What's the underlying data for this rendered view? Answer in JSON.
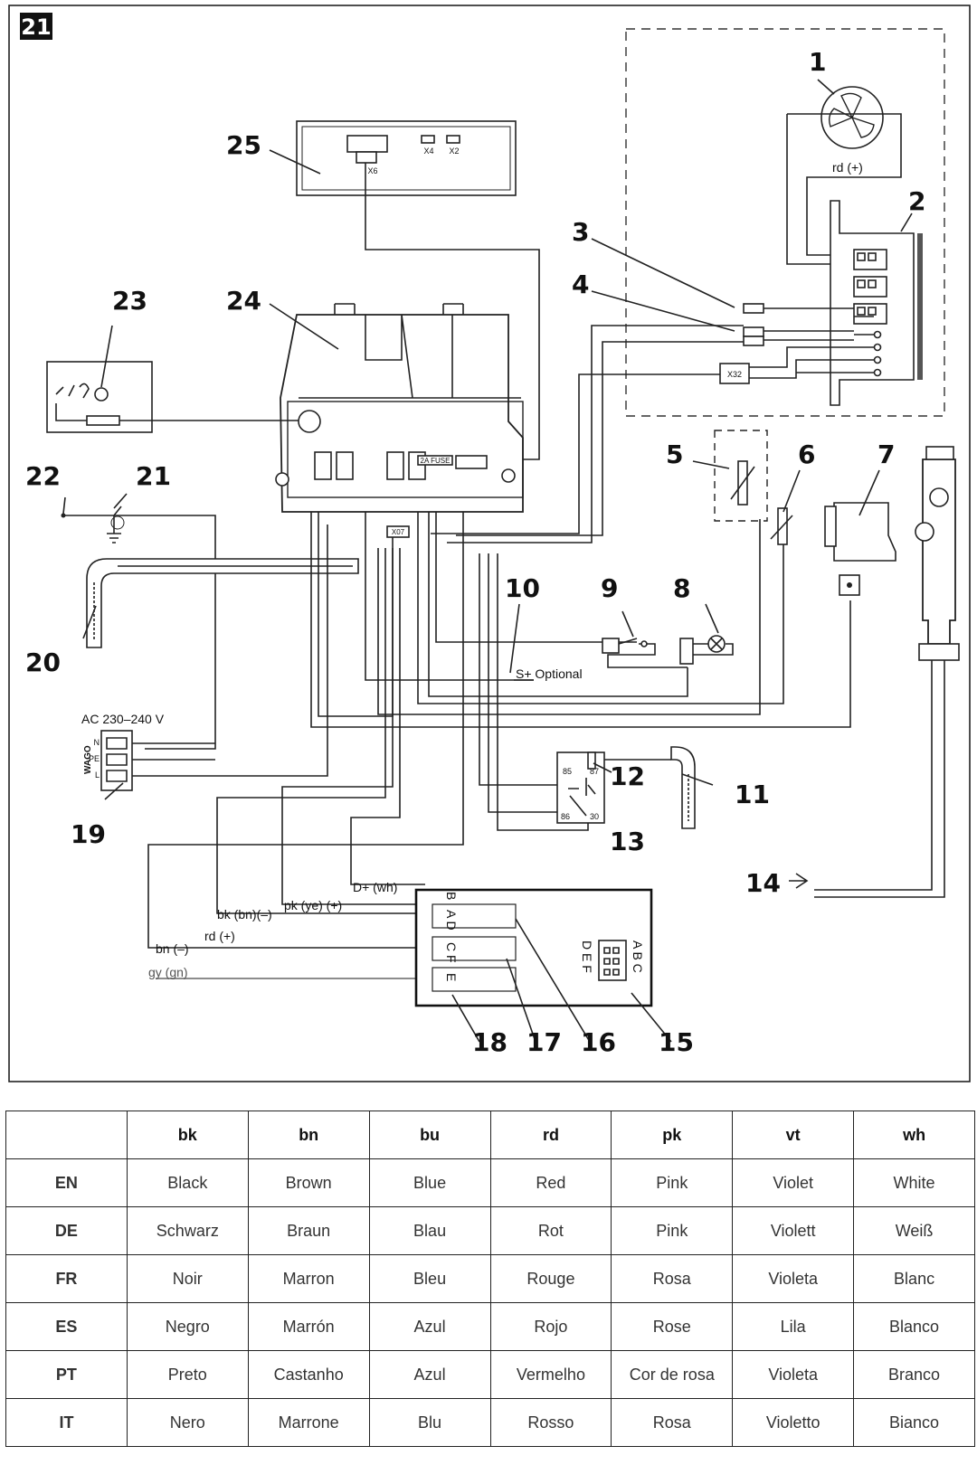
{
  "figure": {
    "number": "21",
    "voltage_label": "AC 230–240 V",
    "wago_label": "WAGO",
    "wago_pins": [
      "N",
      "PE",
      "L"
    ],
    "option_label": "S+ Optional",
    "fuse_label": "2A FUSE",
    "connectors": {
      "x6": "X6",
      "x4": "X4",
      "x2": "X2",
      "x32": "X32",
      "x07": "X07"
    },
    "relay_pins": {
      "p85": "85",
      "p87": "87",
      "p86": "86",
      "p30": "30"
    },
    "plug_letters": {
      "abc": "A B C",
      "def": "D E F"
    },
    "terminal_letters": {
      "b": "B",
      "ad": "A D",
      "cf": "C F",
      "e": "E"
    },
    "wire_labels": {
      "fan_rd": "rd (+)",
      "dplus": "D+ (wh)",
      "pk_ye": "pk (ye) (+)",
      "bk_bn": "bk (bn)(–)",
      "rd": "rd  (+)",
      "bn": "bn  (–)",
      "gy": "gy (gn)"
    },
    "callouts": [
      "1",
      "2",
      "3",
      "4",
      "5",
      "6",
      "7",
      "8",
      "9",
      "10",
      "11",
      "12",
      "13",
      "14",
      "15",
      "16",
      "17",
      "18",
      "19",
      "20",
      "21",
      "22",
      "23",
      "24",
      "25"
    ]
  },
  "color_table": {
    "headers": [
      "",
      "bk",
      "bn",
      "bu",
      "rd",
      "pk",
      "vt",
      "wh"
    ],
    "rows": [
      [
        "EN",
        "Black",
        "Brown",
        "Blue",
        "Red",
        "Pink",
        "Violet",
        "White"
      ],
      [
        "DE",
        "Schwarz",
        "Braun",
        "Blau",
        "Rot",
        "Pink",
        "Violett",
        "Weiß"
      ],
      [
        "FR",
        "Noir",
        "Marron",
        "Bleu",
        "Rouge",
        "Rosa",
        "Violeta",
        "Blanc"
      ],
      [
        "ES",
        "Negro",
        "Marrón",
        "Azul",
        "Rojo",
        "Rose",
        "Lila",
        "Blanco"
      ],
      [
        "PT",
        "Preto",
        "Castanho",
        "Azul",
        "Vermelho",
        "Cor de rosa",
        "Violeta",
        "Branco"
      ],
      [
        "IT",
        "Nero",
        "Marrone",
        "Blu",
        "Rosso",
        "Rosa",
        "Violetto",
        "Bianco"
      ]
    ]
  },
  "colors": {
    "line": "#222222",
    "muted_wire": "#666666",
    "background": "#ffffff"
  }
}
